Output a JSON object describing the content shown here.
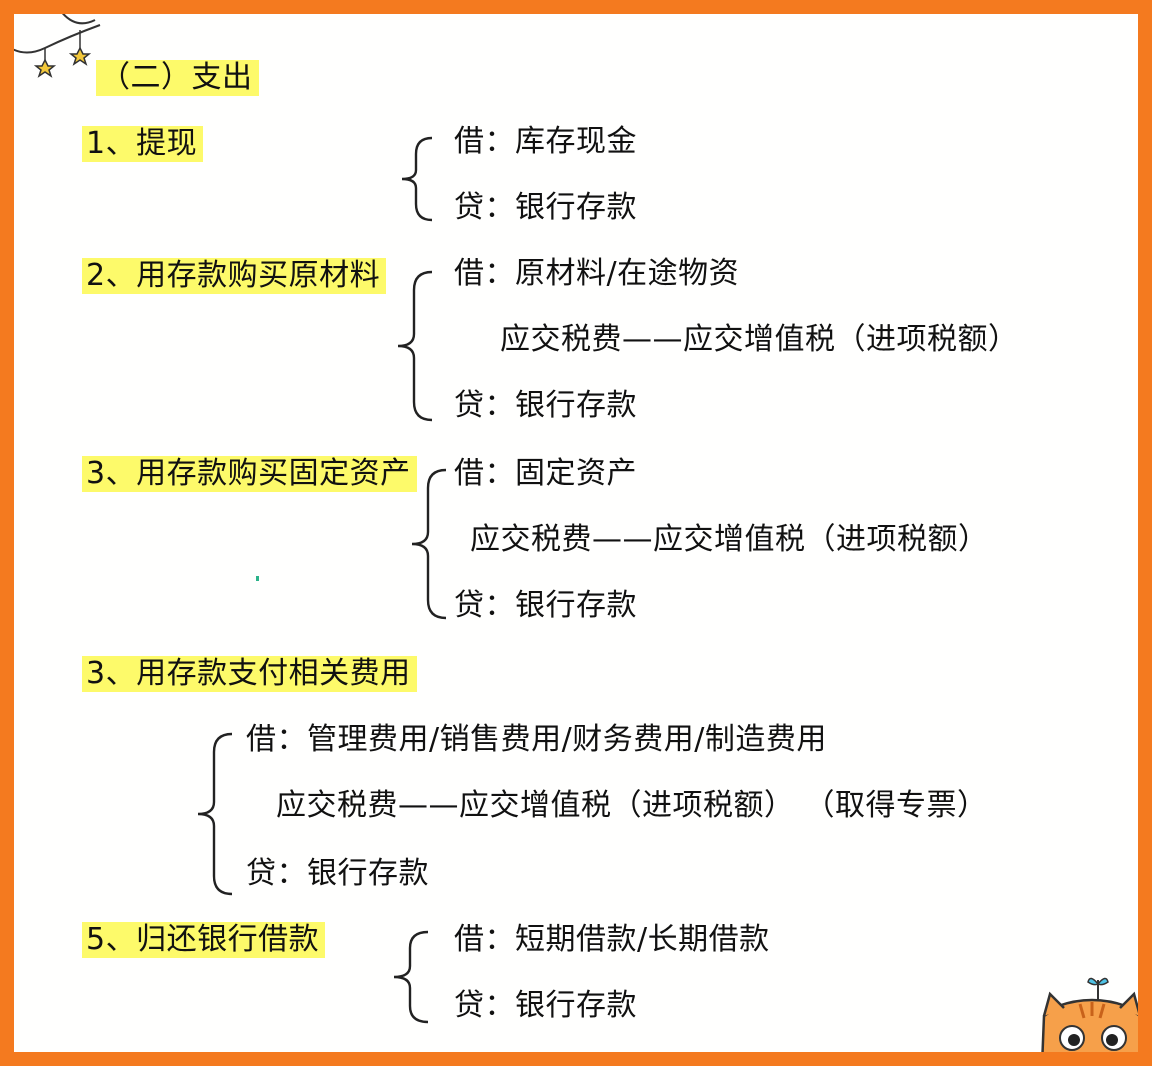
{
  "section_title": "（二）支出",
  "items": [
    {
      "heading": "1、提现",
      "lines": [
        "借：库存现金",
        "贷：银行存款"
      ]
    },
    {
      "heading": "2、用存款购买原材料",
      "lines": [
        "借：原材料/在途物资",
        "应交税费——应交增值税（进项税额）",
        "贷：银行存款"
      ]
    },
    {
      "heading": "3、用存款购买固定资产",
      "lines": [
        "借：固定资产",
        "应交税费——应交增值税（进项税额）",
        "贷：银行存款"
      ]
    },
    {
      "heading": "3、用存款支付相关费用",
      "lines": [
        "借：管理费用/销售费用/财务费用/制造费用",
        "应交税费——应交增值税（进项税额）  （取得专票）",
        "贷：银行存款"
      ]
    },
    {
      "heading": "5、归还银行借款",
      "lines": [
        "借：短期借款/长期借款",
        "贷：银行存款"
      ]
    }
  ],
  "colors": {
    "frame": "#f47a1f",
    "highlight": "#fdfa6a",
    "text": "#111111"
  },
  "decorations": [
    "star-garland-icon",
    "cat-mascot-icon"
  ]
}
